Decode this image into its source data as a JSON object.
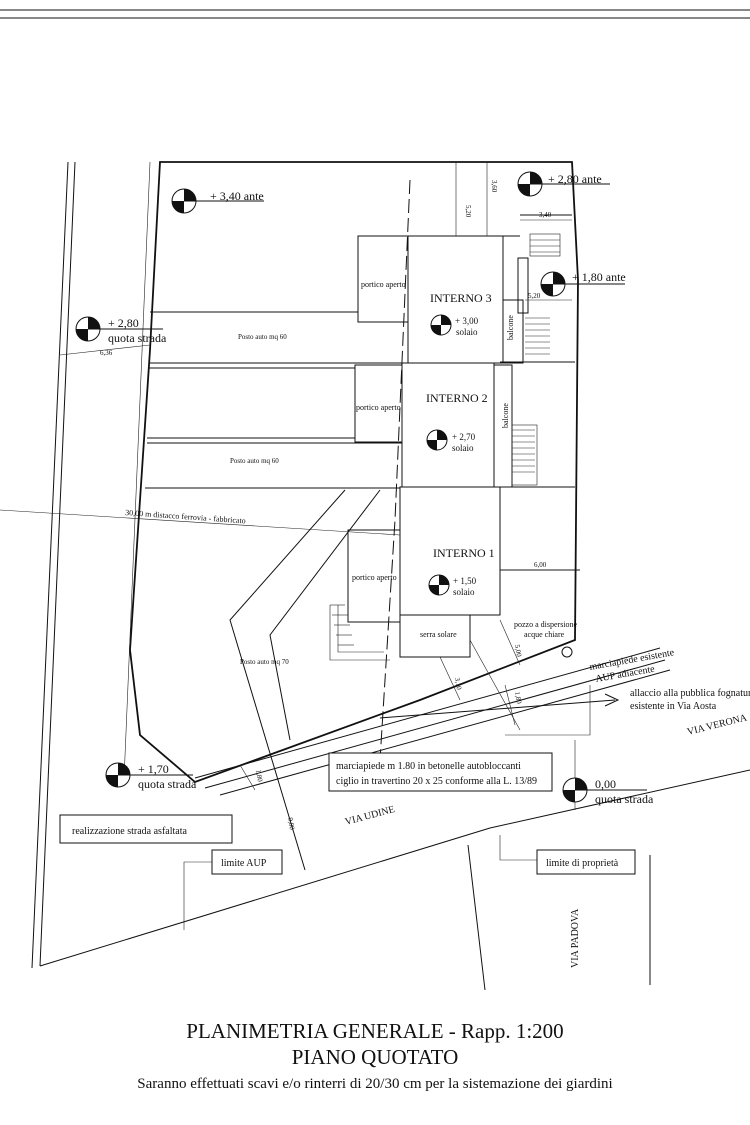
{
  "caption": {
    "title": "PLANIMETRIA GENERALE - Rapp. 1:200",
    "subtitle": "PIANO QUOTATO",
    "note": "Saranno effettuati scavi e/o rinterri di 20/30 cm per la sistemazione dei giardini"
  },
  "units": {
    "interno3": {
      "name": "INTERNO 3",
      "level": "+ 3,00",
      "level_label": "solaio",
      "portico": "portico aperto",
      "parking": "Posto auto mq 60",
      "balcony": "balcone"
    },
    "interno2": {
      "name": "INTERNO 2",
      "level": "+ 2,70",
      "level_label": "solaio",
      "portico": "portico aperto",
      "parking": "Posto auto mq 60",
      "balcony": "balcone"
    },
    "interno1": {
      "name": "INTERNO 1",
      "level": "+ 1,50",
      "level_label": "solaio",
      "portico": "portico aperto",
      "parking": "Posto auto mq 70",
      "greenhouse": "serra solare"
    }
  },
  "spot_levels": {
    "nw": {
      "value": "+ 3,40 ante"
    },
    "ne": {
      "value": "+ 2,80 ante"
    },
    "east": {
      "value": "+ 1,80 ante"
    },
    "west": {
      "value": "+ 2,80",
      "label": "quota strada"
    },
    "sw": {
      "value": "+ 1,70",
      "label": "quota strada"
    },
    "se": {
      "value": "0,00",
      "label": "quota strada"
    }
  },
  "dimensions": {
    "d_520_top": "5,20",
    "d_360": "3,60",
    "d_340": "3,40",
    "d_520_side": "5,20",
    "d_636": "6,36",
    "d_600": "6,00",
    "d_500": "5,00",
    "d_310": "3,10",
    "d_180a": "1,80",
    "d_180b": "1,80",
    "d_980": "9,80"
  },
  "annotations": {
    "rail_distance": "30,00 m distacco ferrovia - fabbricato",
    "sidewalk_existing_1": "marciapiede esistente",
    "sidewalk_existing_2": "AUP adiacente",
    "sewer_1": "allaccio alla pubblica fognatura",
    "sewer_2": "esistente in Via Aosta",
    "well_1": "pozzo a dispersione",
    "well_2": "acque chiare",
    "sidewalk_new_1": "marciapiede m 1.80 in betonelle autobloccanti",
    "sidewalk_new_2": "ciglio in travertino 20 x 25 conforme alla L. 13/89",
    "road_works": "realizzazione strada asfaltata",
    "limit_aup": "limite AUP",
    "limit_property": "limite di proprietà"
  },
  "streets": {
    "udine": "VIA UDINE",
    "verona": "VIA VERONA",
    "padova": "VIA PADOVA"
  }
}
